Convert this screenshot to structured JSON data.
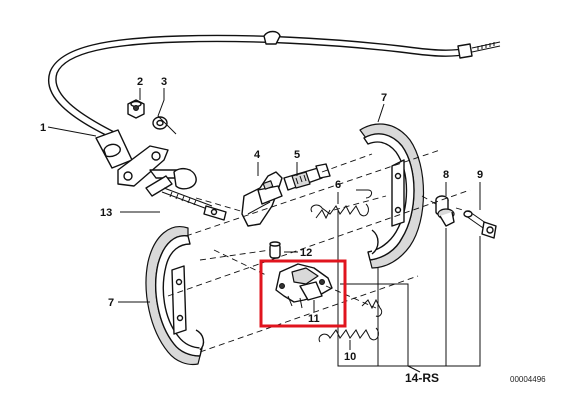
{
  "diagram": {
    "callouts": {
      "p1": "1",
      "p2": "2",
      "p3": "3",
      "p4": "4",
      "p5": "5",
      "p6": "6",
      "p7_top": "7",
      "p7_left": "7",
      "p8": "8",
      "p9": "9",
      "p10": "10",
      "p11": "11",
      "p12": "12",
      "p13": "13",
      "kit": "14-RS"
    },
    "reference_number": "00004496",
    "highlight_color": "#e0141e"
  }
}
